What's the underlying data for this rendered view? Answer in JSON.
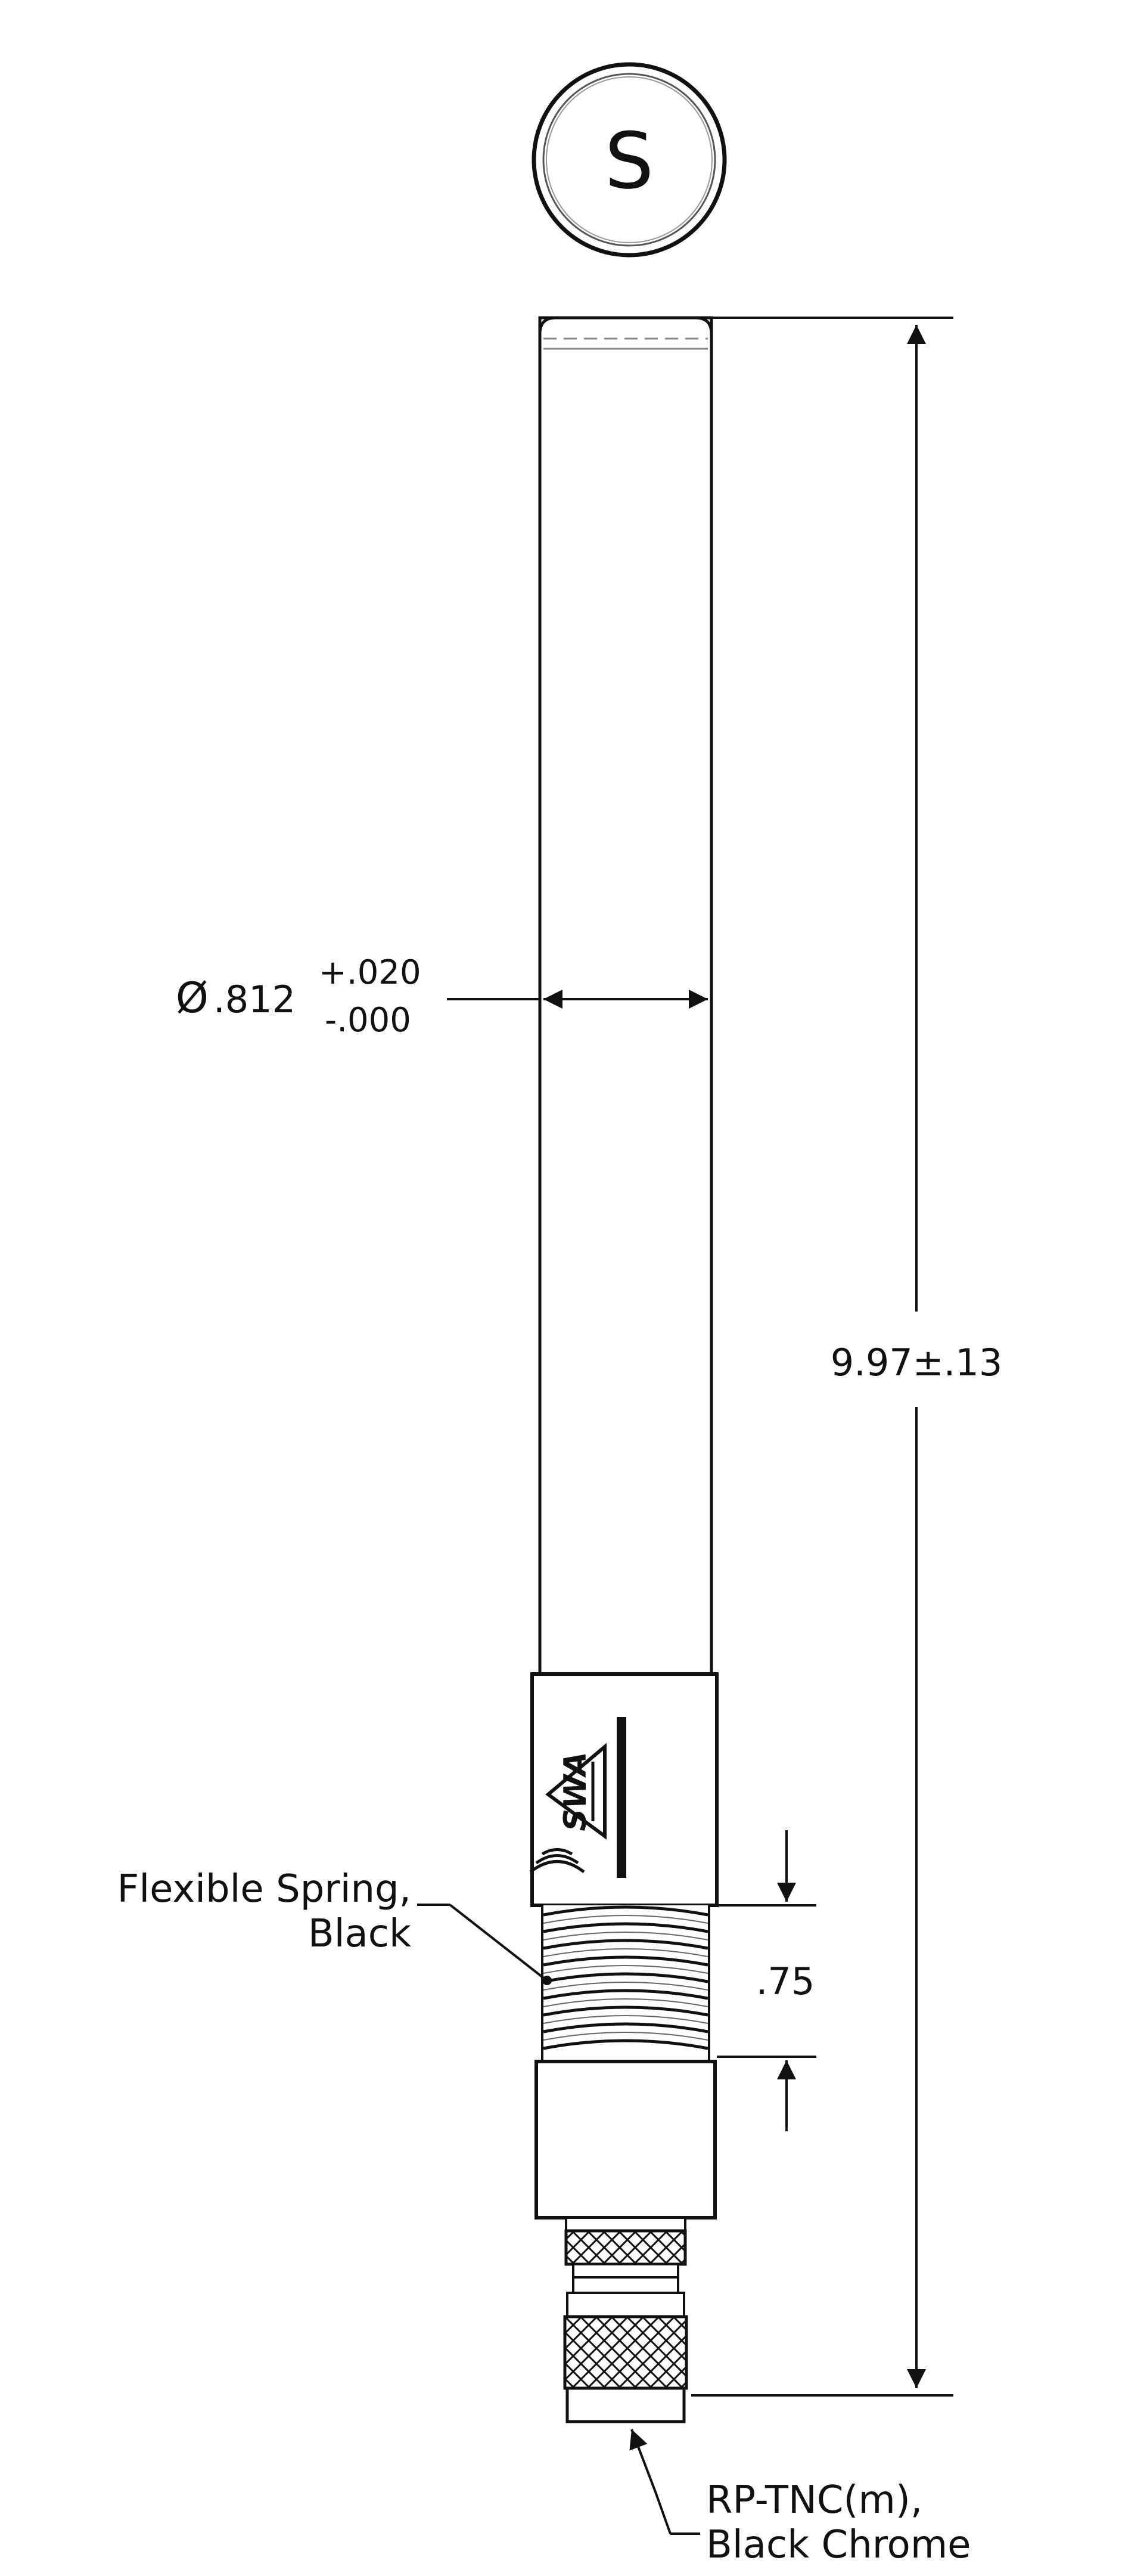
{
  "badge": {
    "letter": "S"
  },
  "dimensions": {
    "diameter": {
      "symbol": "Ø",
      "nominal": ".812",
      "tol_plus": "+.020",
      "tol_minus": "-.000"
    },
    "length": {
      "value": "9.97±.13"
    },
    "spring_length": {
      "value": ".75"
    }
  },
  "callouts": {
    "spring": {
      "line1": "Flexible Spring,",
      "line2": "Black"
    },
    "connector": {
      "line1": "RP-TNC(m),",
      "line2": "Black Chrome"
    }
  },
  "logo": {
    "text": "SWA"
  }
}
